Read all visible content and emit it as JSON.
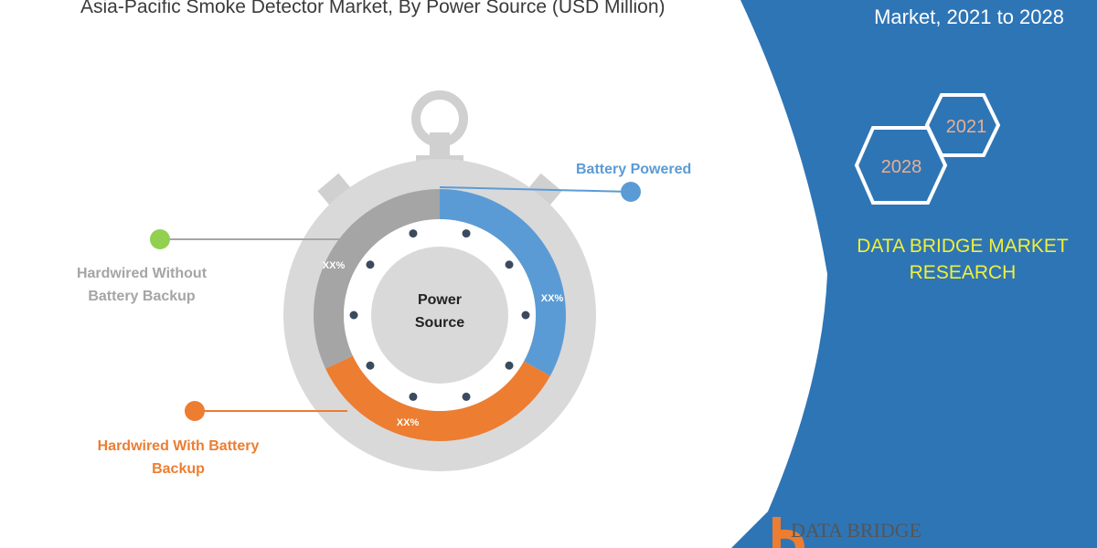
{
  "title": "Asia-Pacific  Smoke Detector Market, By Power Source (USD Million)",
  "side_panel": {
    "title": "Market, 2021 to 2028",
    "hex_years": [
      "2021",
      "2028"
    ],
    "brand": "DATA BRIDGE MARKET RESEARCH",
    "logo_text": "DATA BRIDGE",
    "panel_color": "#2e75b6",
    "brand_color": "#f0f03a"
  },
  "chart_data": {
    "type": "pie",
    "title": "Asia-Pacific  Smoke Detector Market, By Power Source (USD Million)",
    "center_label": "Power Source",
    "slices": [
      {
        "name": "Battery Powered",
        "label": "XX%",
        "share": 33,
        "color": "#5b9bd5"
      },
      {
        "name": "Hardwired With Battery Backup",
        "label": "XX%",
        "share": 35,
        "color": "#ed7d31"
      },
      {
        "name": "Hardwired Without Battery Backup",
        "label": "XX%",
        "share": 32,
        "color": "#a5a5a5"
      }
    ],
    "legend_colors": {
      "Battery Powered": "#5b9bd5",
      "Hardwired With Battery Backup": "#ed7d31",
      "Hardwired Without Battery Backup": "#92d050"
    }
  }
}
